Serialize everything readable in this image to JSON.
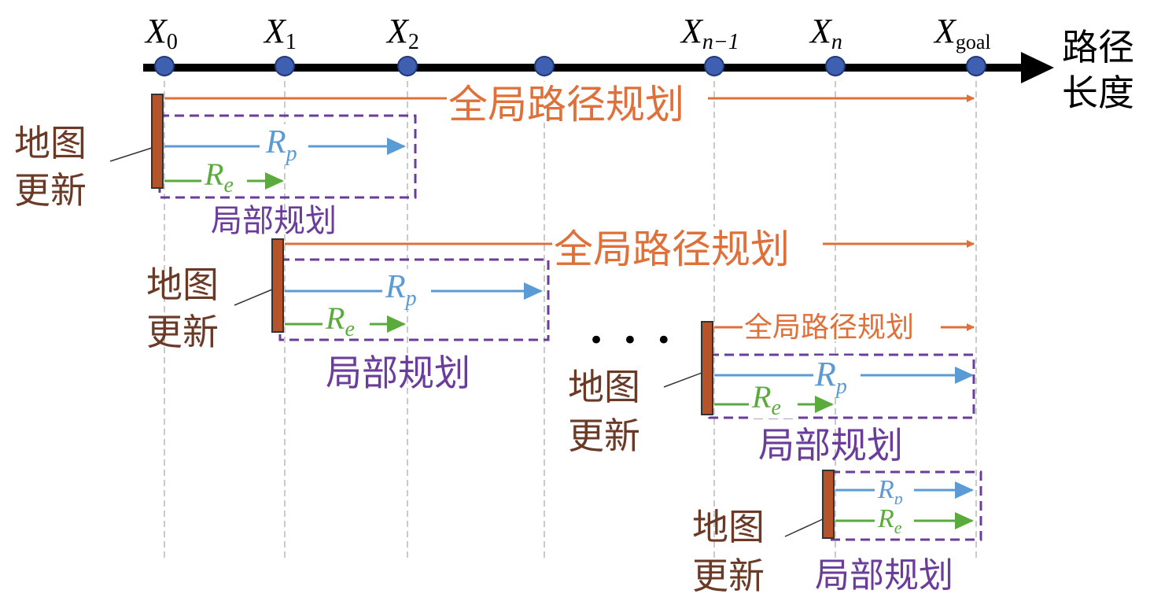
{
  "axis": {
    "label_line1": "路径",
    "label_line2": "长度",
    "points": [
      {
        "sym": "X",
        "sub": "0"
      },
      {
        "sym": "X",
        "sub": "1"
      },
      {
        "sym": "X",
        "sub": "2"
      },
      {
        "sym": "",
        "sub": ""
      },
      {
        "sym": "X",
        "sub": "n−1"
      },
      {
        "sym": "X",
        "sub": "n"
      },
      {
        "sym": "X",
        "sub": "goal"
      }
    ]
  },
  "colors": {
    "axis": "#000000",
    "point_fill": "#3f5fb0",
    "global": "#e0703a",
    "rp": "#5b9bd5",
    "re": "#5aaa3c",
    "local_box": "#6a3d9a",
    "map_bar": "#b5532a",
    "map_text": "#6b3a26",
    "guide": "#b8b8b8"
  },
  "labels": {
    "global_planning": "全局路径规划",
    "local_planning": "局部规划",
    "map_update_line1": "地图",
    "map_update_line2": "更新",
    "rp_sym": "R",
    "rp_sub": "p",
    "re_sym": "R",
    "re_sub": "e",
    "ellipsis": "• • •"
  }
}
